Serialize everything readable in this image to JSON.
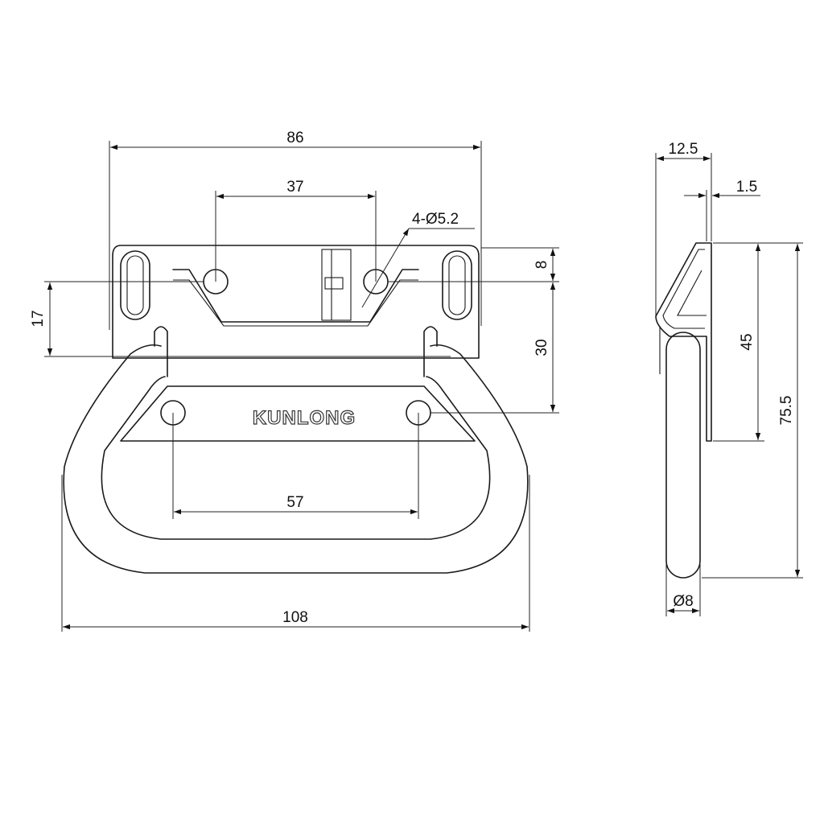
{
  "brand_text": "KUNLONG",
  "dimensions": {
    "overall_width": "86",
    "hole_spacing_top": "37",
    "hole_callout": "4-Ø5.2",
    "height_8": "8",
    "height_17": "17",
    "height_30": "30",
    "hole_spacing_bottom": "57",
    "handle_width": "108",
    "side_depth": "12.5",
    "side_thickness": "1.5",
    "side_height_45": "45",
    "side_height_75_5": "75.5",
    "rod_diameter": "Ø8"
  }
}
